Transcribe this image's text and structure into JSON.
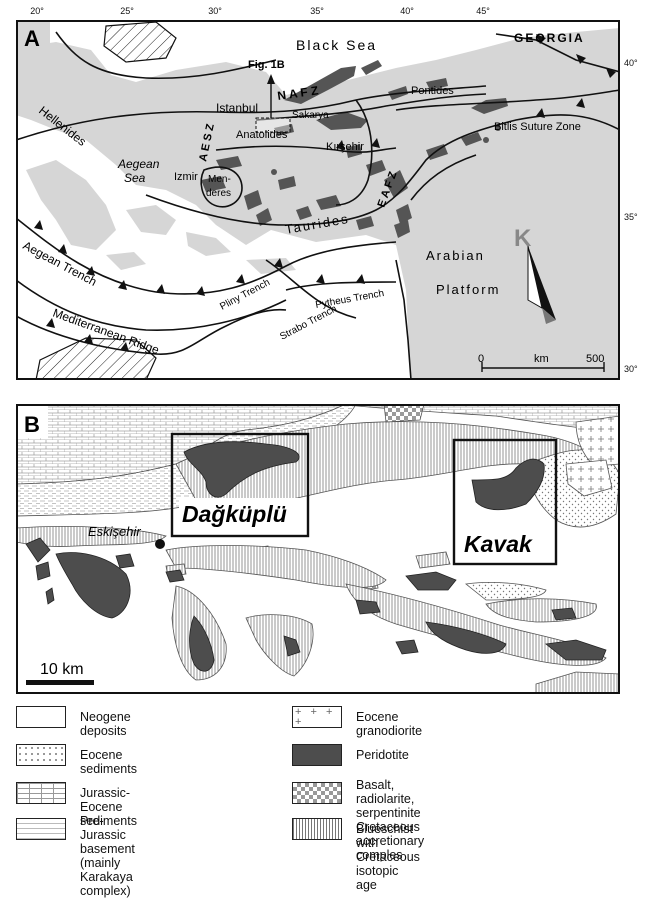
{
  "panel_a": {
    "label": "A",
    "lon_ticks": [
      "20°",
      "25°",
      "30°",
      "35°",
      "40°",
      "45°"
    ],
    "lat_ticks": [
      "40°",
      "35°",
      "30°"
    ],
    "labels": {
      "black_sea": "Black Sea",
      "georgia": "GEORGIA",
      "fig1b": "Fig. 1B",
      "pontides": "Pontides",
      "istanbul": "Istanbul",
      "nafz": "N A F Z",
      "sakarya": "Sakarya",
      "bitlis": "Bitlis Suture Zone",
      "hellenides": "Hellenides",
      "aesz": "A E S Z",
      "aegean_sea_1": "Aegean",
      "aegean_sea_2": "Sea",
      "anatolides": "Anatolides",
      "kirsehir": "Kırşehir",
      "izmir": "Izmir",
      "menderes_1": "Men-",
      "menderes_2": "deres",
      "eafz": "E A F Z",
      "taurides": "Taurides",
      "arabian": "Arabian",
      "platform": "Platform",
      "aegean_trench": "Aegean Trench",
      "pliny": "Pliny Trench",
      "strabo": "Strabo Trench",
      "pytheus": "Pytheus Trench",
      "med_ridge": "Mediterranean Ridge",
      "north_k": "K",
      "scale_0": "0",
      "scale_km": "km",
      "scale_500": "500"
    }
  },
  "panel_b": {
    "label": "B",
    "dagkuplu": "Dağküplü",
    "kavak": "Kavak",
    "eskisehir": "Eskişehir",
    "scale": "10 km"
  },
  "legend": {
    "items": [
      {
        "key": "neogene",
        "label": "Neogene deposits"
      },
      {
        "key": "eocene_sed",
        "label": "Eocene sediments"
      },
      {
        "key": "jurassic",
        "label": "Jurassic-Eocene sediments"
      },
      {
        "key": "prejurassic",
        "label": "Pre-Jurassic basement",
        "label2": "(mainly Karakaya complex)"
      },
      {
        "key": "granodiorite",
        "label": "Eocene granodiorite"
      },
      {
        "key": "peridotite",
        "label": "Peridotite"
      },
      {
        "key": "basalt",
        "label": "Basalt, radiolarite, serpentinite",
        "label2": "Cretaceous accretionary comples"
      },
      {
        "key": "blueschist",
        "label": "Blueschist with Cretaceous isotopic age"
      }
    ]
  },
  "colors": {
    "land": "#d9d9d9",
    "sea": "#ffffff",
    "ophiolite": "#505050",
    "peridotite": "#4d4d4d",
    "line": "#111111"
  }
}
